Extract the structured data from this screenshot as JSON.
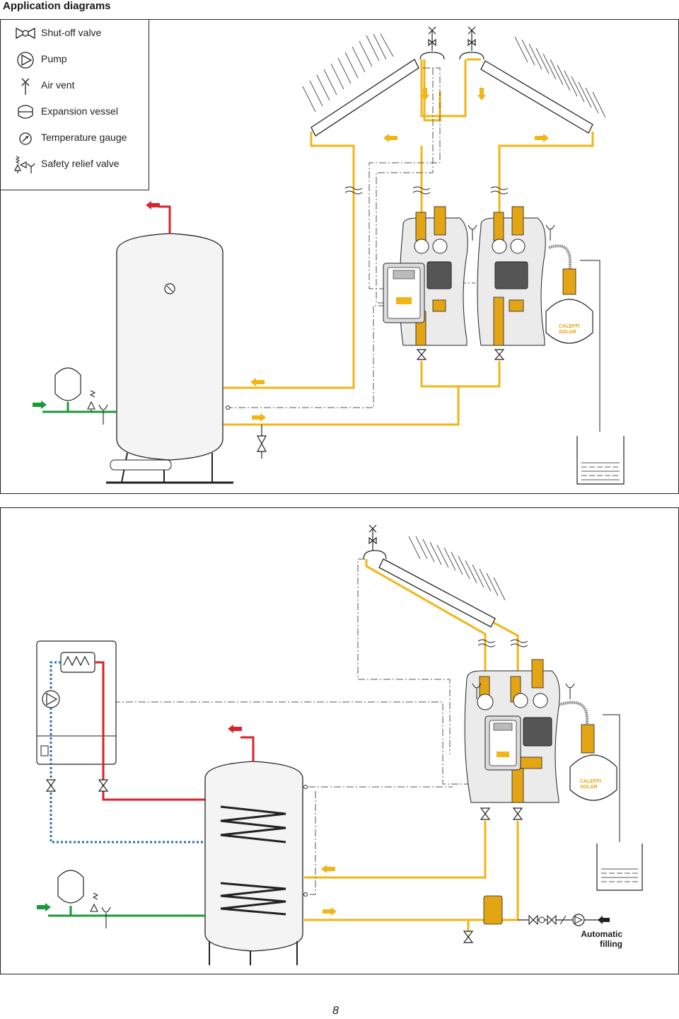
{
  "page": {
    "title": "Application diagrams",
    "page_number": "8"
  },
  "legend": {
    "items": [
      {
        "label": "Shut-off valve",
        "icon": "shutoff-valve-icon"
      },
      {
        "label": "Pump",
        "icon": "pump-icon"
      },
      {
        "label": "Air vent",
        "icon": "air-vent-icon"
      },
      {
        "label": "Expansion vessel",
        "icon": "expansion-vessel-icon"
      },
      {
        "label": "Temperature gauge",
        "icon": "temperature-gauge-icon"
      },
      {
        "label": "Safety relief valve",
        "icon": "safety-relief-valve-icon"
      }
    ]
  },
  "diagram2": {
    "auto_filling_line1": "Automatic",
    "auto_filling_line2": "filling"
  },
  "brand": {
    "line1": "CALEFFI",
    "line2": "SOLAR"
  },
  "colors": {
    "solar_pipe": "#f2b516",
    "hot_water": "#d7232a",
    "cold_water": "#1a9a3a",
    "boiler_return": "#2a6fb5",
    "tank": "#f2f2f2",
    "brass": "#e3a514"
  }
}
